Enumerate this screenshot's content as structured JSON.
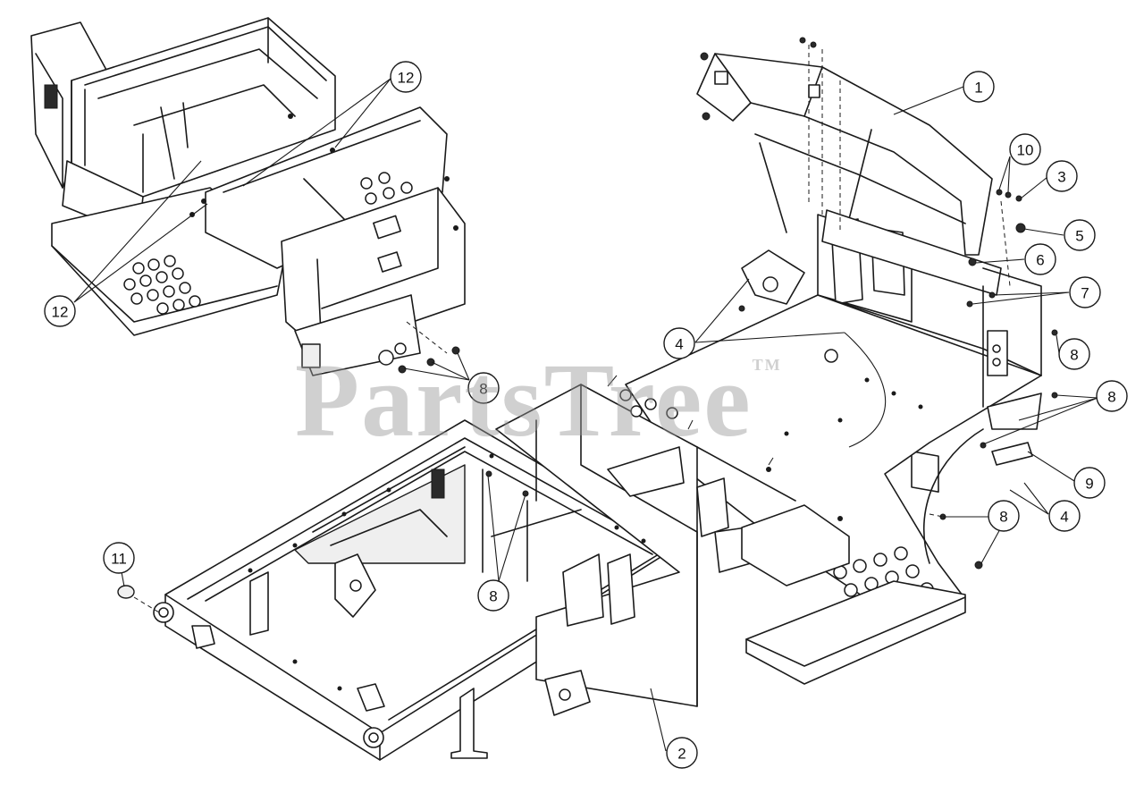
{
  "watermark": {
    "text": "PartsTree",
    "mark": "TM"
  },
  "callouts": [
    {
      "id": "1",
      "label": "1"
    },
    {
      "id": "2",
      "label": "2"
    },
    {
      "id": "3",
      "label": "3"
    },
    {
      "id": "4a",
      "label": "4"
    },
    {
      "id": "4b",
      "label": "4"
    },
    {
      "id": "5",
      "label": "5"
    },
    {
      "id": "6",
      "label": "6"
    },
    {
      "id": "7",
      "label": "7"
    },
    {
      "id": "8a",
      "label": "8"
    },
    {
      "id": "8b",
      "label": "8"
    },
    {
      "id": "8c",
      "label": "8"
    },
    {
      "id": "8d",
      "label": "8"
    },
    {
      "id": "8e",
      "label": "8"
    },
    {
      "id": "9",
      "label": "9"
    },
    {
      "id": "10",
      "label": "10"
    },
    {
      "id": "11",
      "label": "11"
    },
    {
      "id": "12a",
      "label": "12"
    },
    {
      "id": "12b",
      "label": "12"
    }
  ]
}
